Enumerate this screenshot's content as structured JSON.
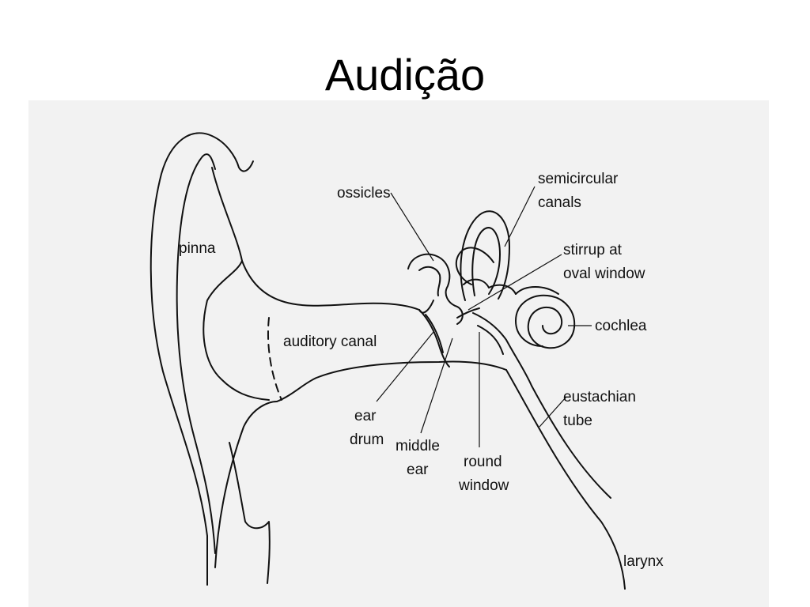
{
  "slide": {
    "title": "Audição"
  },
  "diagram": {
    "labels": {
      "pinna": "pinna",
      "ossicles": "ossicles",
      "semicircular": [
        "semicircular",
        "canals"
      ],
      "stirrup": [
        "stirrup at",
        "oval window"
      ],
      "cochlea": "cochlea",
      "auditory_canal": "auditory canal",
      "ear_drum": [
        "ear",
        "drum"
      ],
      "middle_ear": [
        "middle",
        "ear"
      ],
      "round_window": [
        "round",
        "window"
      ],
      "eustachian_tube": [
        "eustachian",
        "tube"
      ],
      "larynx": "larynx"
    }
  },
  "colors": {
    "panel": "#f2f2f2",
    "ink": "#111111",
    "background": "#ffffff"
  }
}
